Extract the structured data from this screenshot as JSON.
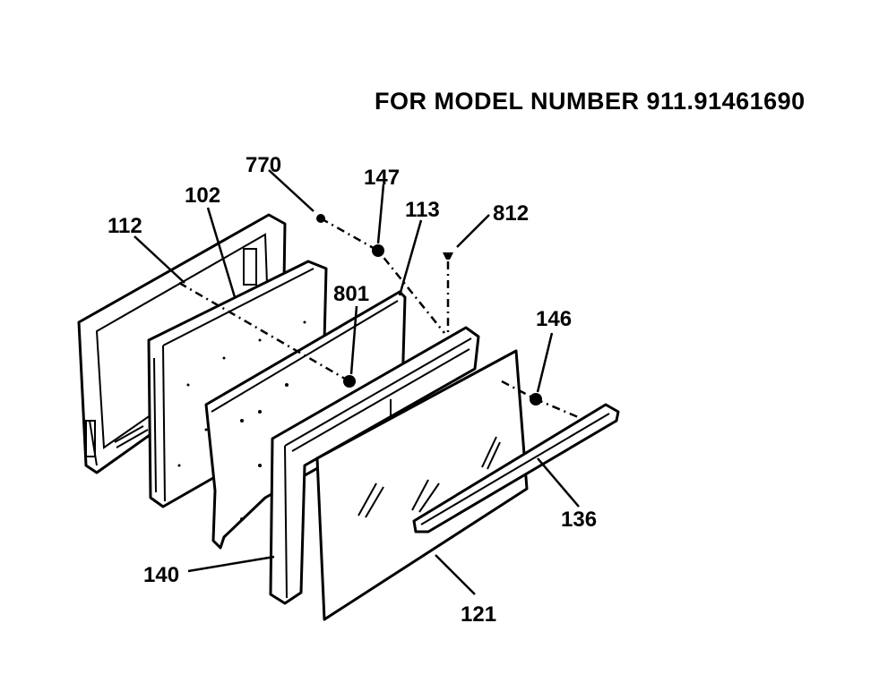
{
  "header": {
    "title": "FOR MODEL NUMBER 911.91461690"
  },
  "labels": {
    "p770": "770",
    "p147": "147",
    "p113": "113",
    "p812": "812",
    "p102": "102",
    "p112": "112",
    "p801": "801",
    "p146": "146",
    "p136": "136",
    "p140": "140",
    "p121": "121"
  }
}
